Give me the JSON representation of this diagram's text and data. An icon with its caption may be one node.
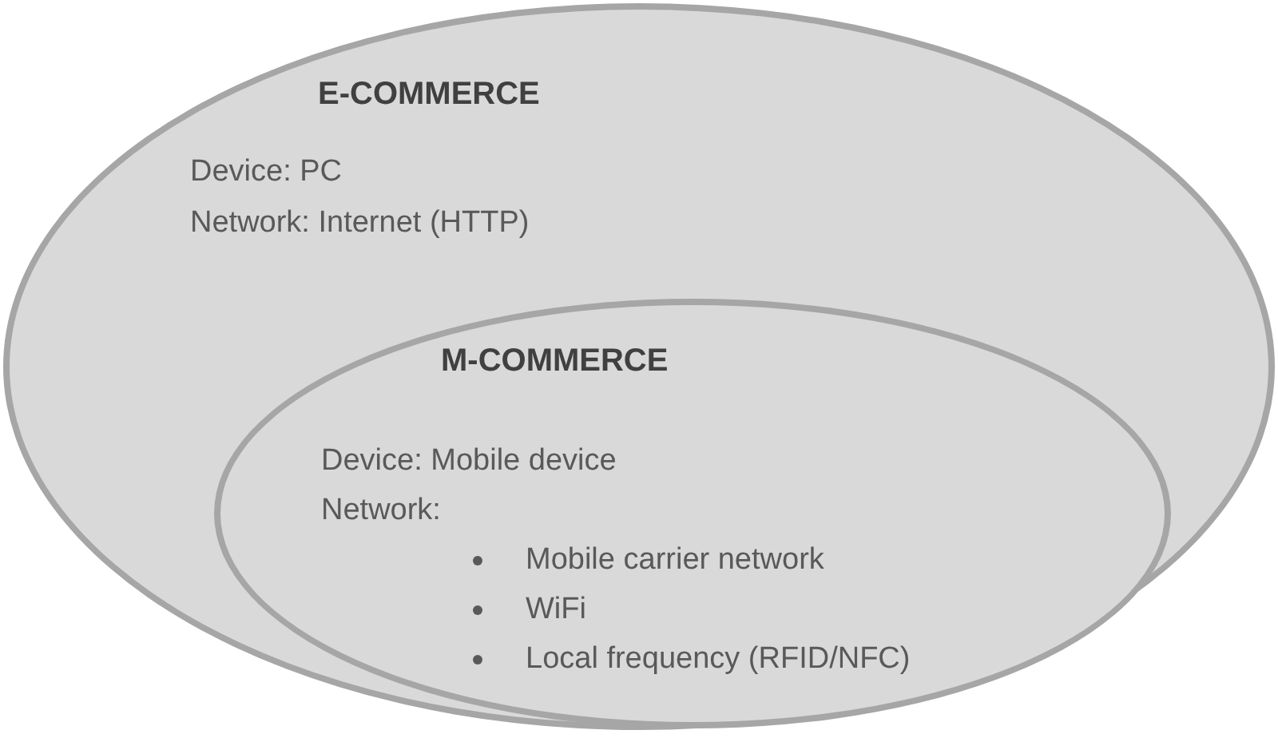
{
  "diagram": {
    "nodes": [
      {
        "text": [
          "E-COMMERCE",
          "Device: PC",
          "Network: Internet (HTTP)"
        ]
      },
      {
        "text": [
          "M-COMMERCE",
          "Device: Mobile device",
          "Network:",
          "Mobile carrier network",
          "WiFi",
          "Local frequency (RFID/NFC)"
        ],
        "in": 0
      }
    ]
  }
}
